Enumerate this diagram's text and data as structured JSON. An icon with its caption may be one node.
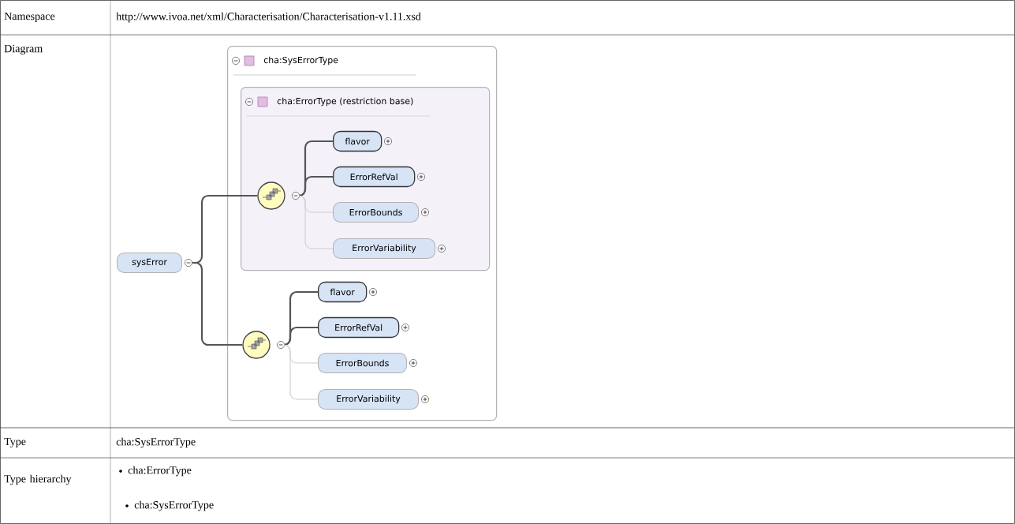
{
  "diagram": {
    "nodes": [
      {
        "text": [
          "sysError"
        ]
      },
      {
        "text": [
          "cha:SysErrorType"
        ]
      },
      {
        "text": [
          "cha:ErrorType (restriction base)"
        ],
        "in": 1
      },
      {
        "text": [],
        "shape": "circle",
        "in": 2
      },
      {
        "text": [
          "flavor"
        ],
        "in": 2
      },
      {
        "text": [
          "ErrorRefVal"
        ],
        "in": 2
      },
      {
        "text": [
          "ErrorBounds"
        ],
        "in": 2
      },
      {
        "text": [
          "ErrorVariability"
        ],
        "in": 2
      },
      {
        "text": [],
        "shape": "circle",
        "in": 1
      },
      {
        "text": [
          "flavor"
        ],
        "in": 1
      },
      {
        "text": [
          "ErrorRefVal"
        ],
        "in": 1
      },
      {
        "text": [
          "ErrorBounds"
        ],
        "in": 1
      },
      {
        "text": [
          "ErrorVariability"
        ],
        "in": 1
      }
    ],
    "edges": [
      {
        "from": 0,
        "to": 3,
        "arrow": "none"
      },
      {
        "from": 0,
        "to": 8,
        "arrow": "none"
      },
      {
        "from": 3,
        "to": 4,
        "arrow": "none"
      },
      {
        "from": 3,
        "to": 5,
        "arrow": "none"
      },
      {
        "from": 3,
        "to": 6,
        "arrow": "none",
        "color": "#cccccc"
      },
      {
        "from": 3,
        "to": 7,
        "arrow": "none",
        "color": "#cccccc"
      },
      {
        "from": 8,
        "to": 9,
        "arrow": "none"
      },
      {
        "from": 8,
        "to": 10,
        "arrow": "none"
      },
      {
        "from": 8,
        "to": 11,
        "arrow": "none",
        "color": "#cccccc"
      },
      {
        "from": 8,
        "to": 12,
        "arrow": "none",
        "color": "#cccccc"
      }
    ],
    "labels": [
      "Namespace",
      "http://www.ivoa.net/xml/Characterisation/Characterisation-v1.11.xsd",
      "Diagram",
      "Type",
      "cha:SysErrorType",
      "Type hierarchy",
      "cha:ErrorType",
      "cha:SysErrorType"
    ]
  }
}
